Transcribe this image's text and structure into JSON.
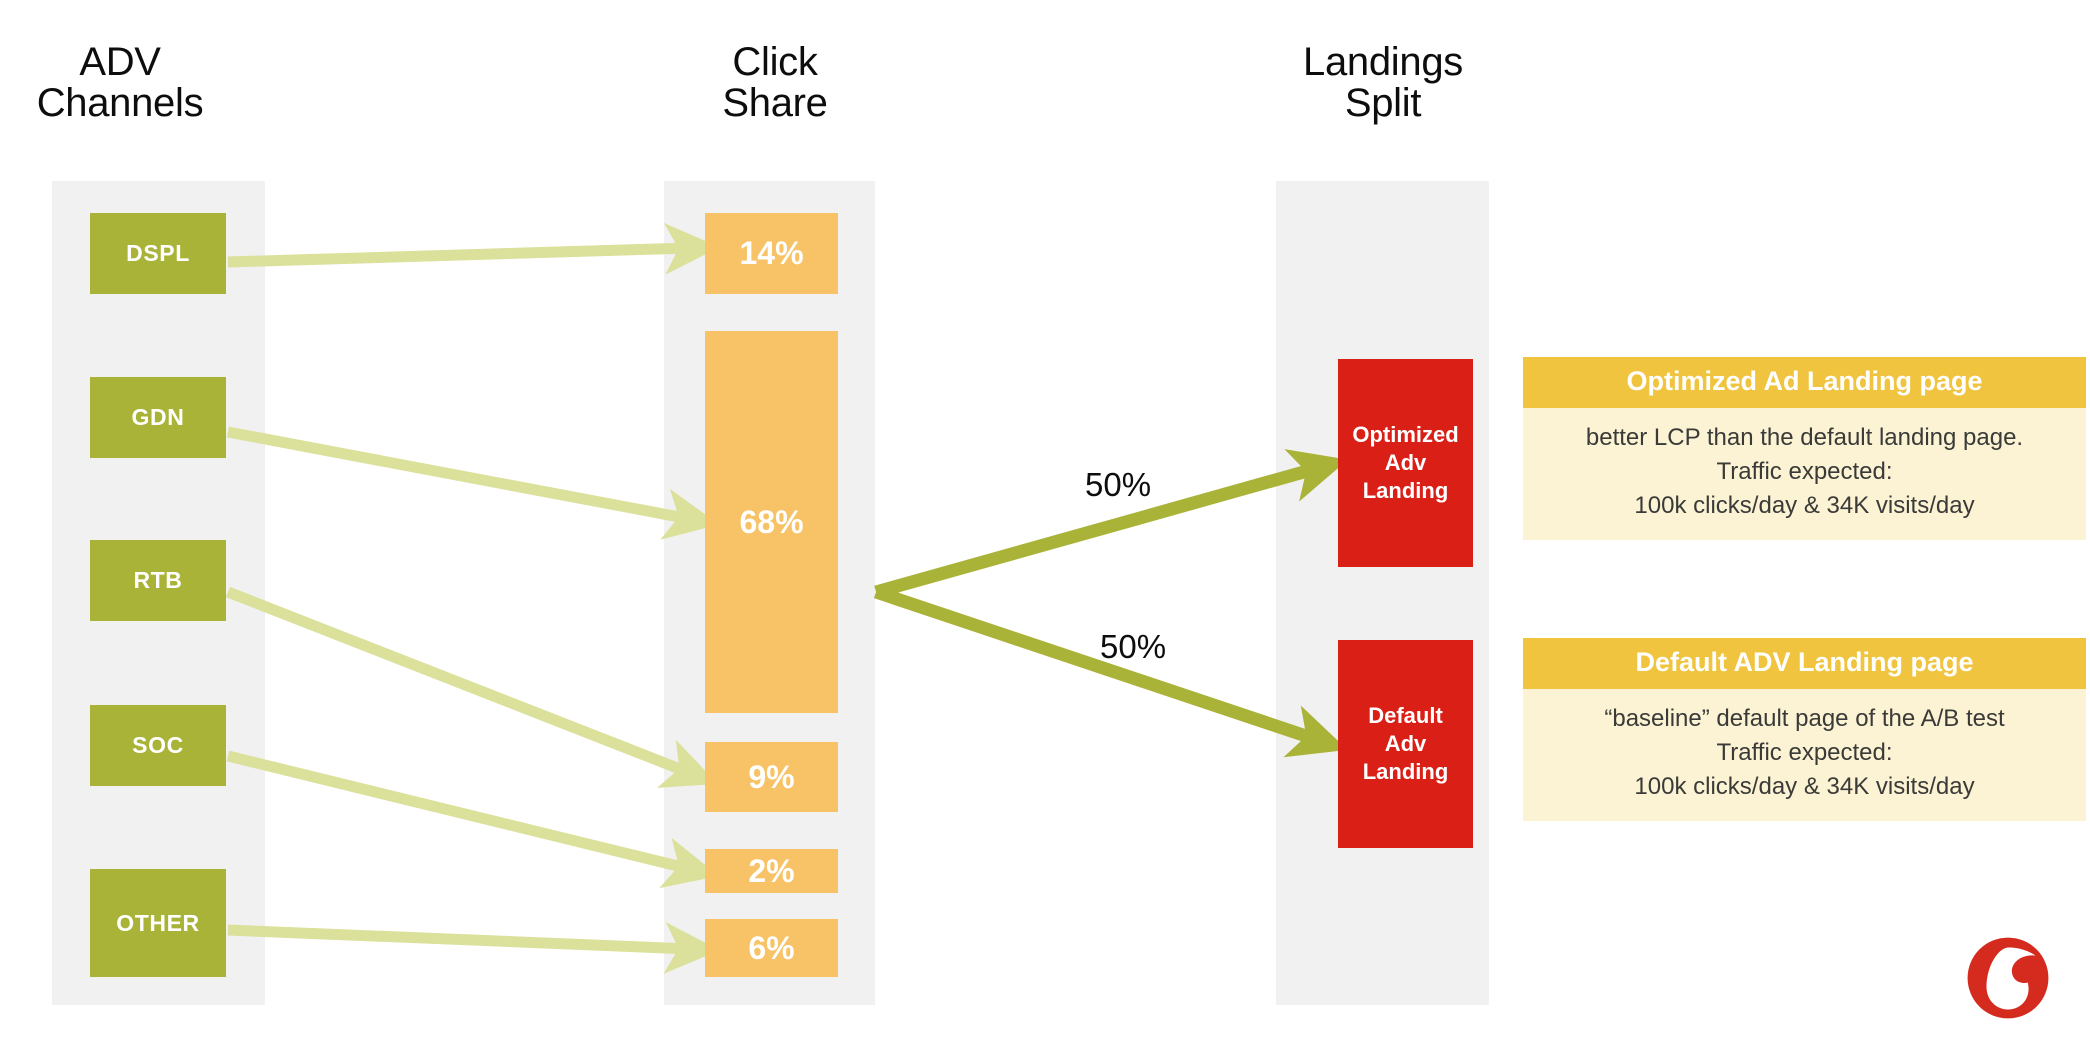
{
  "diagram": {
    "title": "ADV Channels to Click Share to Landings Split funnel",
    "columns": [
      {
        "id": "adv-channels",
        "title": "ADV\nChannels"
      },
      {
        "id": "click-share",
        "title": "Click\nShare"
      },
      {
        "id": "landings-split",
        "title": "Landings\nSplit"
      }
    ],
    "channels": [
      {
        "label": "DSPL"
      },
      {
        "label": "GDN"
      },
      {
        "label": "RTB"
      },
      {
        "label": "SOC"
      },
      {
        "label": "OTHER"
      }
    ],
    "click_share": [
      {
        "label": "14%"
      },
      {
        "label": "68%"
      },
      {
        "label": "9%"
      },
      {
        "label": "2%"
      },
      {
        "label": "6%"
      }
    ],
    "split": [
      {
        "label": "50%"
      },
      {
        "label": "50%"
      }
    ],
    "landings": [
      {
        "label": "Optimized\nAdv\nLanding"
      },
      {
        "label": "Default\nAdv\nLanding"
      }
    ],
    "cards": [
      {
        "heading": "Optimized Ad Landing page",
        "lines": [
          "better LCP than the default landing page.",
          "Traffic expected:",
          "100k clicks/day  & 34K visits/day"
        ]
      },
      {
        "heading": "Default ADV Landing page",
        "lines": [
          "“baseline” default page of the A/B test",
          "Traffic expected:",
          "100k clicks/day  & 34K visits/day"
        ]
      }
    ],
    "colors": {
      "channel_green": "#a9b337",
      "arrow_light_green": "#dbe09a",
      "arrow_green": "#a9b337",
      "share_orange": "#f7c366",
      "landing_red": "#d91f16",
      "card_heading": "#f0c43f",
      "card_body": "#fbf3d3",
      "band_grey": "#f1f1f1",
      "brand_red": "#d52b1e"
    },
    "brand": {
      "logo": "vodafone-speechmark-logo"
    }
  },
  "chart_data": {
    "type": "bar",
    "title": "Click Share",
    "categories": [
      "DSPL",
      "GDN",
      "RTB",
      "SOC",
      "OTHER"
    ],
    "values": [
      14,
      68,
      9,
      2,
      6
    ],
    "value_labels": [
      "14%",
      "68%",
      "9%",
      "2%",
      "6%"
    ],
    "xlabel": "ADV Channels",
    "ylabel": "Click Share",
    "ylim": [
      0,
      100
    ],
    "grid": false,
    "legend": "none",
    "annotations": [
      "DSPL → 14%",
      "GDN → 68%",
      "RTB → 9%",
      "SOC → 2%",
      "OTHER → 6%",
      "Click Share → 50% Optimized Adv Landing",
      "Click Share → 50% Default Adv Landing"
    ]
  }
}
